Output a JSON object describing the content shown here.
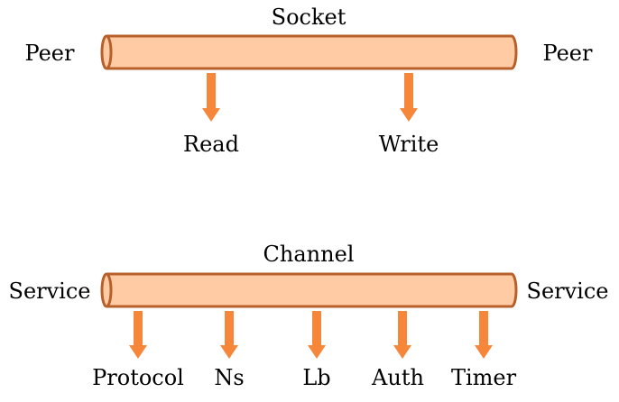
{
  "colors": {
    "pipe_fill": "#FFCBA4",
    "pipe_stroke": "#B8602A",
    "arrow": "#F5863A",
    "text": "#000000"
  },
  "socket": {
    "title": "Socket",
    "left_endpoint": "Peer",
    "right_endpoint": "Peer",
    "outputs": [
      "Read",
      "Write"
    ]
  },
  "channel": {
    "title": "Channel",
    "left_endpoint": "Service",
    "right_endpoint": "Service",
    "outputs": [
      "Protocol",
      "Ns",
      "Lb",
      "Auth",
      "Timer"
    ]
  }
}
